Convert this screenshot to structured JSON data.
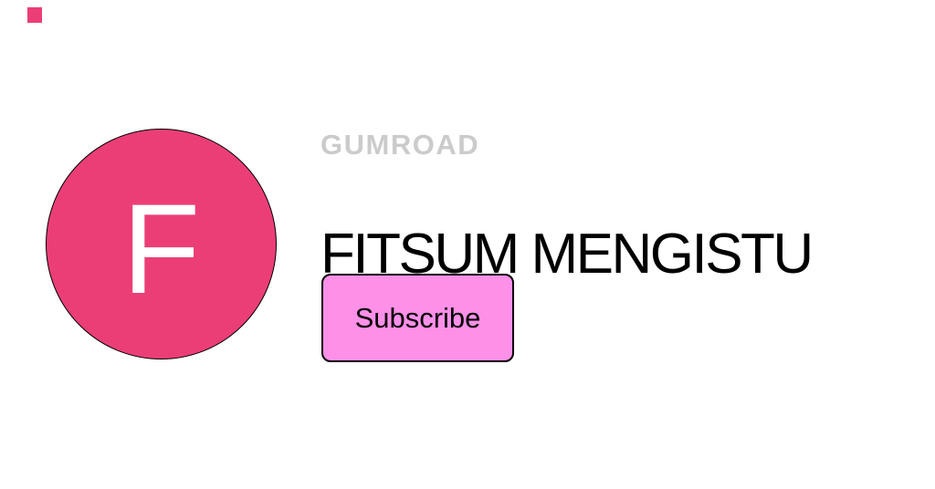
{
  "page": {
    "background_color": "#FFFFFF"
  },
  "topbar": {
    "logo_square_color": "#EB3E77"
  },
  "brand": {
    "wordmark": "Gumroad",
    "wordmark_color": "#CBCBCB"
  },
  "profile": {
    "avatar": {
      "letter": "F",
      "background_color": "#EB3E77",
      "letter_color": "#FFFFFF"
    },
    "name": "FITSUM MENGISTU",
    "subscribe": {
      "label": "Subscribe",
      "background_color": "#FF90E8",
      "text_color": "#000000"
    }
  }
}
